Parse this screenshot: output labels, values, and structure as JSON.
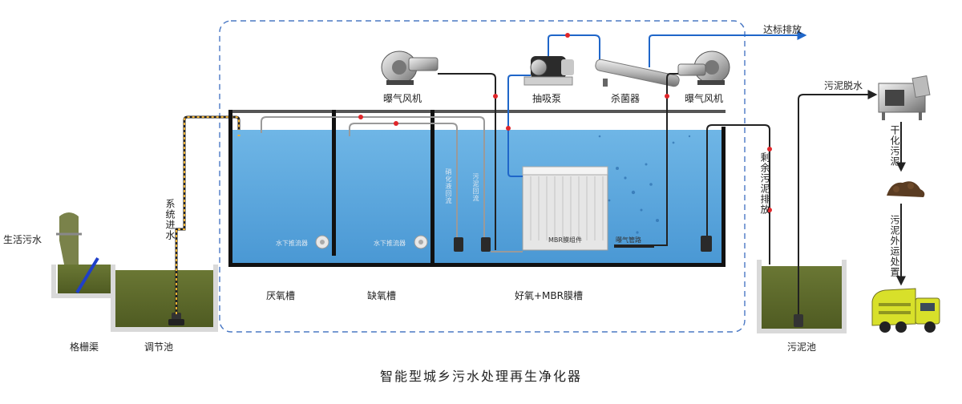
{
  "title": "智能型城乡污水处理再生净化器",
  "labels": {
    "domestic_sewage": "生活污水",
    "grille_channel": "格栅渠",
    "regulating_tank": "调节池",
    "system_inflow": "系统进水",
    "anaerobic_tank": "厌氧槽",
    "anoxic_tank": "缺氧槽",
    "aerobic_mbr_tank": "好氧+MBR膜槽",
    "aeration_blower_left": "曝气风机",
    "suction_pump": "抽吸泵",
    "sterilizer": "杀菌器",
    "aeration_blower_right": "曝气风机",
    "discharge": "达标排放",
    "excess_sludge": "剩余污泥排放",
    "sludge_tank": "污泥池",
    "sludge_dewatering": "污泥脱水",
    "dry_sludge": "干化污泥",
    "sludge_transport": "污泥外运处置",
    "submersible_mixer_1": "水下推流器",
    "submersible_mixer_2": "水下推流器",
    "nitrification_reflux": "硝化液回流",
    "sludge_reflux": "污泥回流",
    "mbr_module": "MBR膜组件",
    "aeration_pipe": "曝气管路"
  },
  "colors": {
    "water": "#5fa9de",
    "water_dark": "#3f8fcc",
    "green_tank": "#5e6b2d",
    "frame_dash": "#4a78c4",
    "pipe_dark": "#222222",
    "pipe_blue": "#1f66c9",
    "pipe_gray": "#8a8a8a",
    "valve_red": "#e0262a"
  }
}
